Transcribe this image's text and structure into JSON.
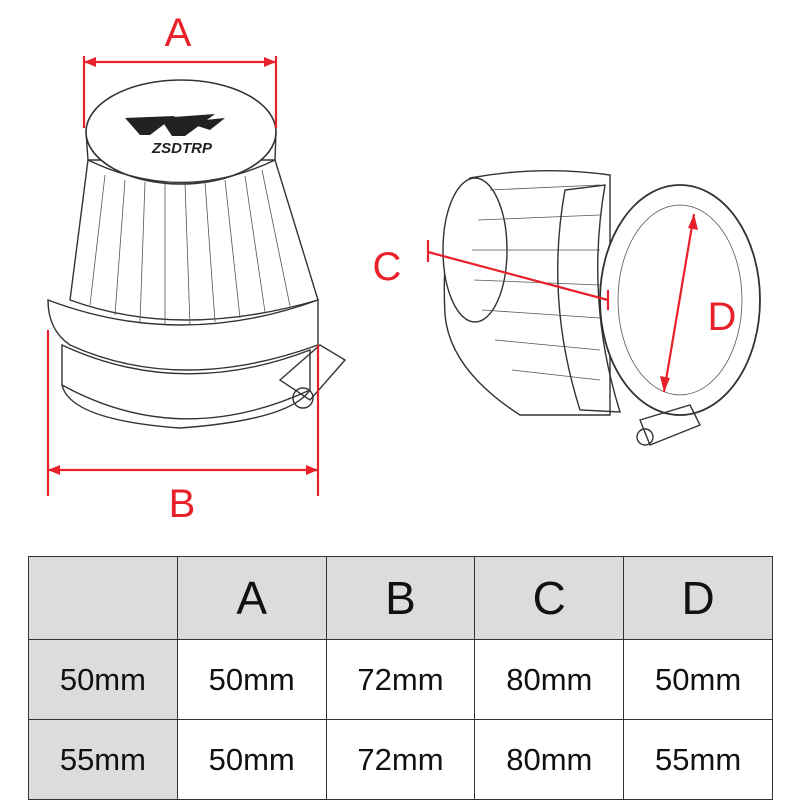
{
  "labels": {
    "a": "A",
    "b": "B",
    "c": "C",
    "d": "D",
    "logo_text": "ZSDTRP"
  },
  "colors": {
    "dimension": "#e8202a",
    "table_header_bg": "#dcdcdc",
    "table_border": "#333333"
  },
  "table": {
    "corner": "",
    "columns": [
      "A",
      "B",
      "C",
      "D"
    ],
    "rows": [
      {
        "size": "50mm",
        "values": [
          "50mm",
          "72mm",
          "80mm",
          "50mm"
        ]
      },
      {
        "size": "55mm",
        "values": [
          "50mm",
          "72mm",
          "80mm",
          "55mm"
        ]
      }
    ]
  }
}
